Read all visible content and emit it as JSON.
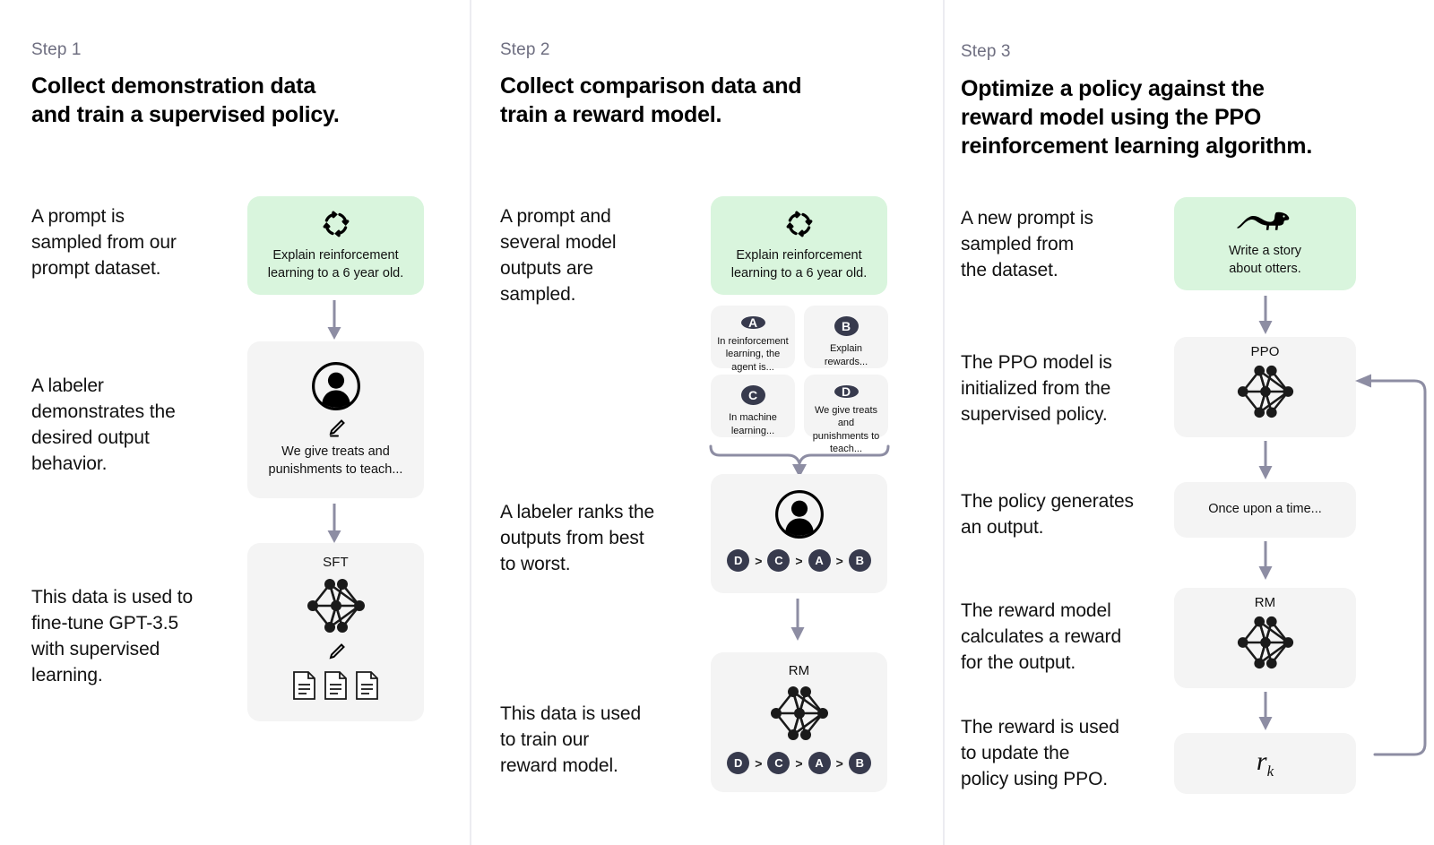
{
  "colors": {
    "prompt_card_bg": "#d9f5dd",
    "model_card_bg": "#f4f4f4",
    "badge_bg": "#373a4d",
    "arrow": "#8d8da3",
    "divider": "#ececf1",
    "step_label": "#6e6e80"
  },
  "steps": [
    {
      "label": "Step 1",
      "title": "Collect demonstration data\nand train a supervised policy.",
      "descriptions": [
        "A prompt is\nsampled from our\nprompt dataset.",
        "A labeler\ndemonstrates the\ndesired output\nbehavior.",
        "This data is used to\nfine-tune GPT-3.5\nwith supervised\nlearning."
      ],
      "cards": {
        "prompt": {
          "icon": "loop-icon",
          "text": "Explain reinforcement\nlearning to a 6 year old."
        },
        "labeler": {
          "icon": "person-icon",
          "sub_icon": "pencil-icon",
          "text": "We give treats and\npunishments to teach..."
        },
        "model": {
          "title": "SFT",
          "icon": "neural-net-icon",
          "sub_icon": "pencil-icon",
          "docs_icon": "documents-icon"
        }
      }
    },
    {
      "label": "Step 2",
      "title": "Collect comparison data and\ntrain a reward model.",
      "descriptions": [
        "A prompt and\nseveral model\noutputs are\nsampled.",
        "A labeler ranks the\noutputs from best\nto worst.",
        "This data is used\nto train our\nreward model."
      ],
      "cards": {
        "prompt": {
          "icon": "loop-icon",
          "text": "Explain reinforcement\nlearning to a 6 year old."
        },
        "options": [
          {
            "badge": "A",
            "text": "In reinforcement\nlearning, the\nagent is..."
          },
          {
            "badge": "B",
            "text": "Explain rewards..."
          },
          {
            "badge": "C",
            "text": "In machine\nlearning..."
          },
          {
            "badge": "D",
            "text": "We give treats and\npunishments to\nteach..."
          }
        ],
        "labeler": {
          "icon": "person-icon",
          "ranking": [
            "D",
            "C",
            "A",
            "B"
          ],
          "separator": ">"
        },
        "model": {
          "title": "RM",
          "icon": "neural-net-icon",
          "ranking": [
            "D",
            "C",
            "A",
            "B"
          ],
          "separator": ">"
        }
      }
    },
    {
      "label": "Step 3",
      "title": "Optimize a policy against the\nreward model using the PPO\nreinforcement learning algorithm.",
      "descriptions": [
        "A new prompt is\nsampled from\nthe dataset.",
        "The PPO model is\ninitialized from the\nsupervised policy.",
        "The policy generates\nan output.",
        "The reward model\ncalculates a reward\nfor the output.",
        "The reward is used\nto update the\npolicy using PPO."
      ],
      "cards": {
        "prompt": {
          "icon": "otter-icon",
          "text": "Write a story\nabout otters."
        },
        "policy": {
          "title": "PPO",
          "icon": "neural-net-icon"
        },
        "output": {
          "text": "Once upon a time..."
        },
        "reward_model": {
          "title": "RM",
          "icon": "neural-net-icon"
        },
        "reward": {
          "formula_base": "r",
          "formula_sub": "k"
        }
      }
    }
  ]
}
